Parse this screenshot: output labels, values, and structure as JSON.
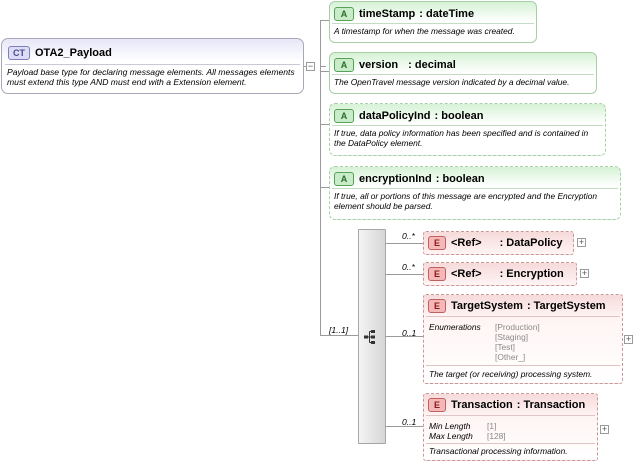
{
  "complex_type": {
    "badge": "CT",
    "name": "OTA2_Payload",
    "description": "Payload base type for declaring message elements. All messages elements must extend this type AND must end with a Extension element."
  },
  "attributes": [
    {
      "badge": "A",
      "name": "timeStamp",
      "type": ": dateTime",
      "description": "A timestamp for when the message was created."
    },
    {
      "badge": "A",
      "name": "version",
      "type": ": decimal",
      "description": "The OpenTravel message version indicated by a decimal value."
    },
    {
      "badge": "A",
      "name": "dataPolicyInd",
      "type": ": boolean",
      "description": "If true, data policy information has been specified and is contained in the DataPolicy element."
    },
    {
      "badge": "A",
      "name": "encryptionInd",
      "type": ": boolean",
      "description": "If true, all or portions of this message are encrypted and the Encryption element should be parsed."
    }
  ],
  "sequence": {
    "cardinality": "[1..1]"
  },
  "elements": [
    {
      "badge": "E",
      "name": "<Ref>",
      "type": ": DataPolicy",
      "cardinality": "0..*"
    },
    {
      "badge": "E",
      "name": "<Ref>",
      "type": ": Encryption",
      "cardinality": "0..*"
    },
    {
      "badge": "E",
      "name": "TargetSystem",
      "type": ": TargetSystem",
      "cardinality": "0..1",
      "enum_label": "Enumerations",
      "enums": [
        "[Production]",
        "[Staging]",
        "[Test]",
        "[Other_]"
      ],
      "description": "The target (or receiving) processing system."
    },
    {
      "badge": "E",
      "name": "Transaction",
      "type": ": Transaction",
      "cardinality": "0..1",
      "min_label": "Min Length",
      "min_value": "[1]",
      "max_label": "Max Length",
      "max_value": "[128]",
      "description": "Transactional processing information."
    }
  ]
}
